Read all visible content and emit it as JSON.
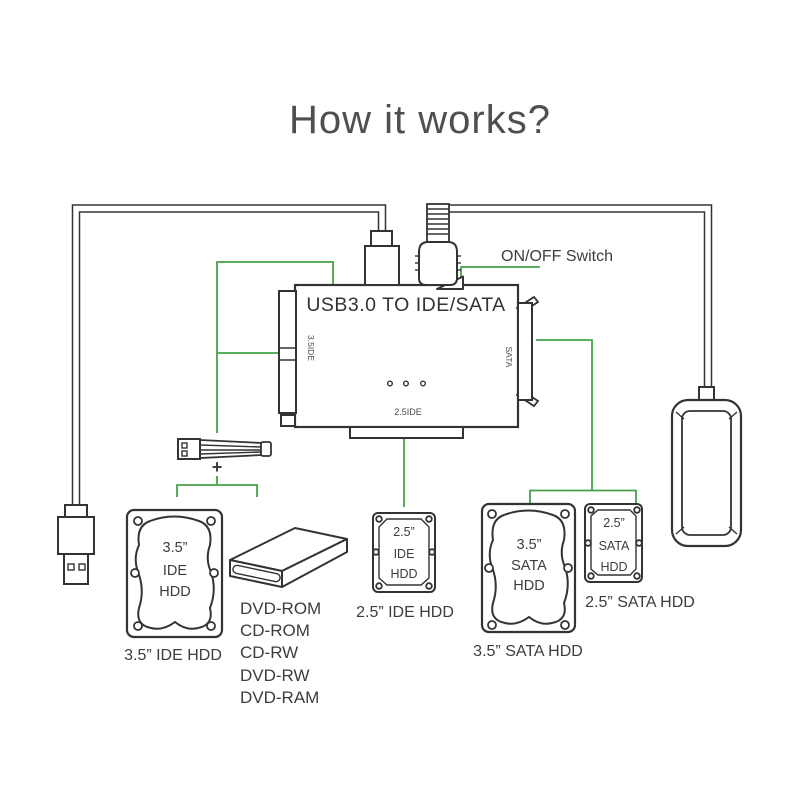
{
  "title": "How it works?",
  "adapter": {
    "label": "USB3.0 TO IDE/SATA",
    "side_left": "3.5IDE",
    "side_right": "SATA",
    "side_bottom": "2.5IDE",
    "switch_label": "ON/OFF Switch"
  },
  "power": {
    "plus": "+"
  },
  "devices": {
    "ide35": {
      "l1": "3.5”",
      "l2": "IDE",
      "l3": "HDD",
      "caption": "3.5” IDE HDD"
    },
    "dvd": {
      "lines": [
        "DVD-ROM",
        "CD-ROM",
        "CD-RW",
        "DVD-RW",
        "DVD-RAM"
      ]
    },
    "ide25": {
      "l1": "2.5”",
      "l2": "IDE",
      "l3": "HDD",
      "caption": "2.5” IDE HDD"
    },
    "sata35": {
      "l1": "3.5”",
      "l2": "SATA",
      "l3": "HDD",
      "caption": "3.5” SATA HDD"
    },
    "sata25": {
      "l1": "2.5”",
      "l2": "SATA",
      "l3": "HDD",
      "caption": "2.5” SATA HDD"
    }
  },
  "colors": {
    "line": "#333333",
    "green": "#45a247",
    "text": "#3d3d3d",
    "title": "#4f4f4f"
  }
}
